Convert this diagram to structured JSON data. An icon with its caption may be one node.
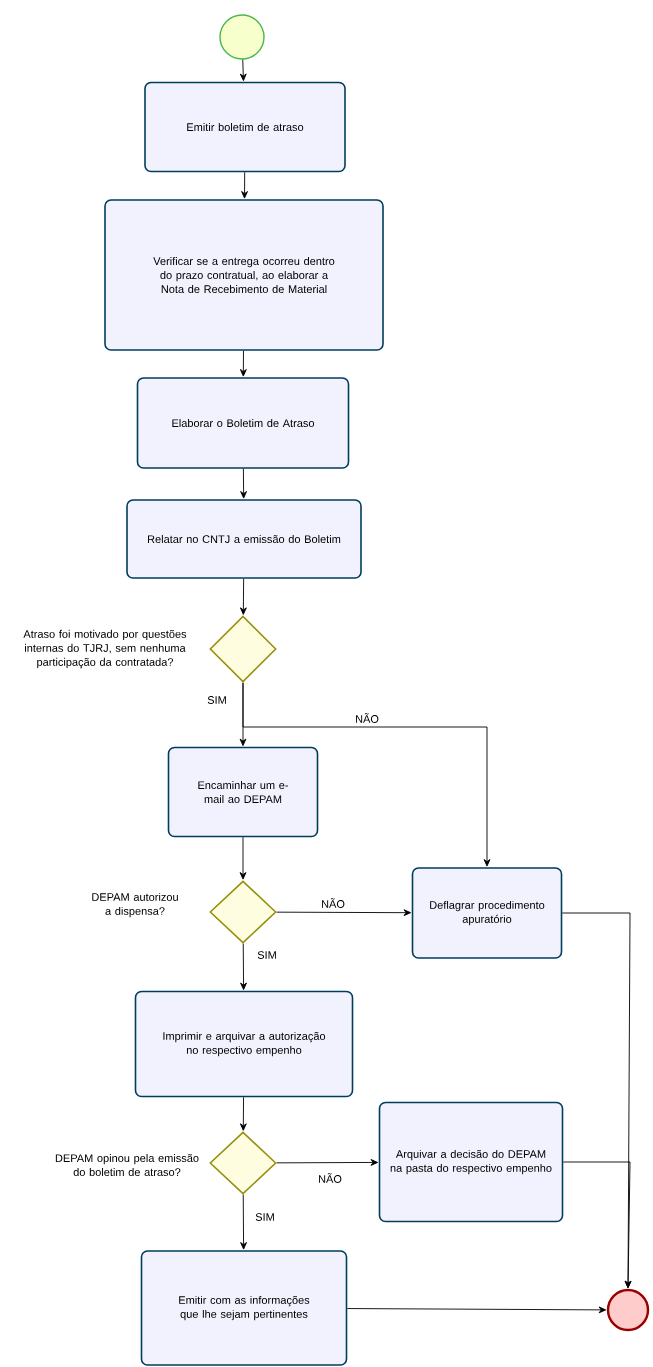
{
  "diagram": {
    "nodes": [
      {
        "text": [],
        "shape": "circle"
      },
      {
        "text": [
          "Emitir boletim de atraso"
        ]
      },
      {
        "text": [
          "Verificar se a entrega ocorreu dentro do prazo contratual, ao elaborar a Nota de Recebimento de Material"
        ]
      },
      {
        "text": [
          "Elaborar o Boletim de Atraso"
        ]
      },
      {
        "text": [
          "Relatar no CNTJ a emissão do Boletim"
        ]
      },
      {
        "text": [
          "Atraso foi motivado por questões internas do TJRJ, sem nenhuma participação da contratada?"
        ]
      },
      {
        "text": [
          "Encaminhar um e-mail ao DEPAM"
        ]
      },
      {
        "text": [
          "DEPAM autorizou a dispensa?"
        ]
      },
      {
        "text": [
          "Deflagrar procedimento apuratório"
        ]
      },
      {
        "text": [
          "Imprimir e arquivar a autorização no respectivo empenho"
        ]
      },
      {
        "text": [
          "DEPAM opinou pela emissão do boletim de atraso?"
        ]
      },
      {
        "text": [
          "Arquivar a decisão do DEPAM na pasta do respectivo empenho"
        ]
      },
      {
        "text": [
          "Emitir com as informações que lhe sejam pertinentes"
        ]
      },
      {
        "text": [],
        "shape": "circle"
      }
    ],
    "edges": [
      {
        "from": 0,
        "to": 1,
        "arrow": "to"
      },
      {
        "from": 1,
        "to": 2,
        "arrow": "to"
      },
      {
        "from": 2,
        "to": 3,
        "arrow": "to"
      },
      {
        "from": 3,
        "to": 4,
        "arrow": "to"
      },
      {
        "from": 4,
        "to": 5,
        "arrow": "to"
      },
      {
        "from": 5,
        "to": 6,
        "arrow": "to",
        "label": "SIM"
      },
      {
        "from": 5,
        "to": 8,
        "arrow": "to",
        "label": "NÃO"
      },
      {
        "from": 6,
        "to": 7,
        "arrow": "to"
      },
      {
        "from": 7,
        "to": 8,
        "arrow": "to",
        "label": "NÃO"
      },
      {
        "from": 7,
        "to": 9,
        "arrow": "to",
        "label": "SIM"
      },
      {
        "from": 9,
        "to": 10,
        "arrow": "to"
      },
      {
        "from": 10,
        "to": 11,
        "arrow": "to",
        "label": "NÃO"
      },
      {
        "from": 10,
        "to": 12,
        "arrow": "to",
        "label": "SIM"
      },
      {
        "from": 8,
        "to": 13,
        "arrow": "to"
      },
      {
        "from": 11,
        "to": 13,
        "arrow": "to"
      },
      {
        "from": 12,
        "to": 13,
        "arrow": "to"
      }
    ]
  }
}
